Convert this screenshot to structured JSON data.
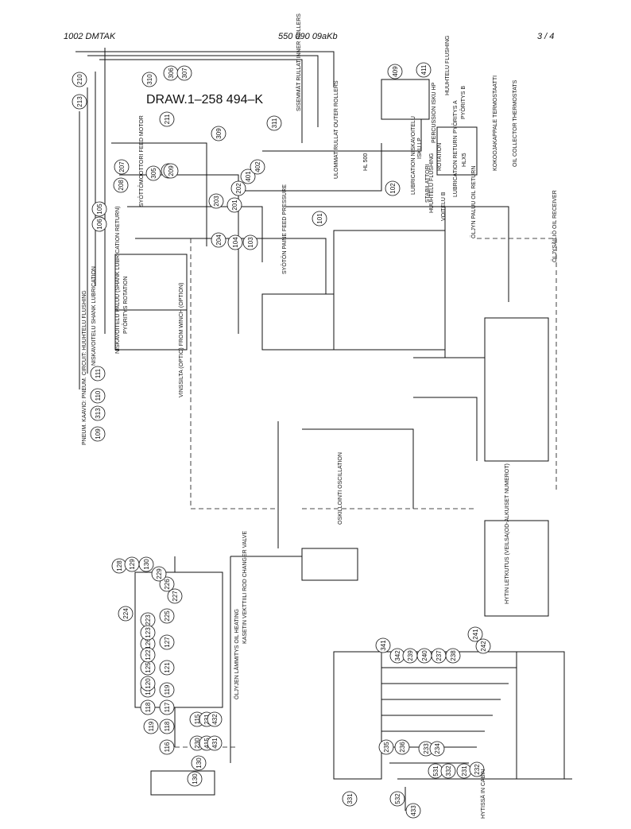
{
  "header": {
    "left": "1002 DMTAK",
    "middle": "550 090 09aKb",
    "right": "3 / 4"
  },
  "drawing_title": "DRAW.1–258 494–K",
  "labels": [
    "SISEMMÄT RULLAT INNER ROLLERS",
    "ULOMMAT RULLAT OUTER ROLLERS",
    "HUUHTELU FLUSHING",
    "PYÖRITYS B",
    "PYÖRITYS A",
    "PERCUSSION ISKU HP",
    "ISKU LP",
    "ROTATION",
    "LUBRICATION NISKAVOITELU",
    "STABILATTORI",
    "HUUHTELU FLUSHING",
    "VOITELU B",
    "LUBRICATION RETURN",
    "HL 500",
    "HLX5",
    "KOKOOJAKAPPALE TERMOSTAATTI",
    "OIL COLLECTOR THERMOSTATS",
    "ÖLJYN PALUU OIL RETURN",
    "ÖLJYSÄILIÖ OIL RECEIVER",
    "SYÖTÖN PAINE FEED PRESSURE",
    "SYÖTTÖMOOTTORI FEED MOTOR",
    "PYÖRITYS ROTATION",
    "NISKAVOITELU PALUU (SHANK LUBRICATION RETURN)",
    "NISKAVOITELU SHANK LUBRICATION",
    "VINSSILTA (OPTIO) FROM WINCH (OPTION)",
    "PNEUM. KAAVIO: PNEUM. CIRCUIT: HUUHTELU FLUSHING",
    "OSKILLOINTI OSCILLATION",
    "KASETIN VEKTTIILI ROD CHANGER VALVE",
    "ÖLJYJEN LÄMMITYS OIL HEATING",
    "HYTIN LETKUTUS (VEILSA(OD-ALKUISET NUMEROT)",
    "HYTISSÄ IN CABIN"
  ],
  "refs": [
    "210",
    "213",
    "310",
    "306",
    "307",
    "409",
    "411",
    "211",
    "309",
    "311",
    "209",
    "207",
    "208",
    "305",
    "209",
    "203",
    "102",
    "201",
    "202",
    "401",
    "402",
    "204",
    "104",
    "103",
    "101",
    "106",
    "105",
    "313",
    "110",
    "111",
    "109",
    "128",
    "129",
    "130",
    "227",
    "226",
    "229",
    "224",
    "225",
    "223",
    "127",
    "126",
    "125",
    "124",
    "123",
    "122",
    "121",
    "120",
    "119",
    "118",
    "117",
    "118",
    "119",
    "116",
    "115",
    "230",
    "231",
    "415",
    "130",
    "130",
    "432",
    "431",
    "341",
    "342",
    "239",
    "240",
    "237",
    "238",
    "241",
    "242",
    "235",
    "236",
    "233",
    "234",
    "231",
    "232",
    "531",
    "332",
    "532",
    "433",
    "331"
  ],
  "icons": [
    "valve-icon",
    "motor-icon",
    "pump-icon",
    "filter-icon",
    "gauge-icon"
  ]
}
